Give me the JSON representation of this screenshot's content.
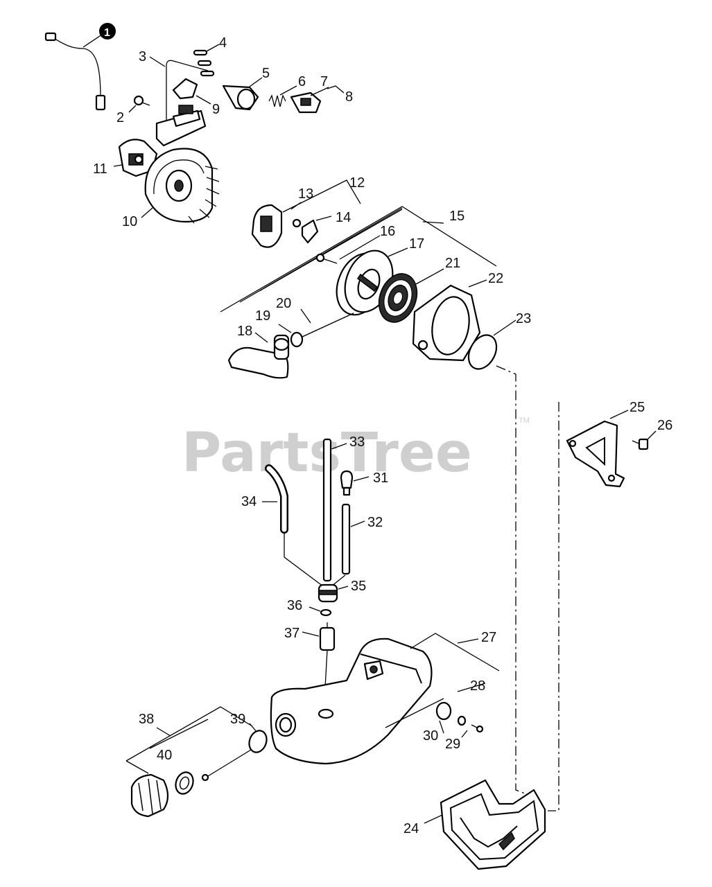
{
  "watermark": {
    "text": "PartsTree",
    "trademark": "TM"
  },
  "callouts": {
    "c1": "1",
    "c2": "2",
    "c3": "3",
    "c4": "4",
    "c5": "5",
    "c6": "6",
    "c7": "7",
    "c8": "8",
    "c9": "9",
    "c10": "10",
    "c11": "11",
    "c12": "12",
    "c13": "13",
    "c14": "14",
    "c15": "15",
    "c16": "16",
    "c17": "17",
    "c18": "18",
    "c19": "19",
    "c20": "20",
    "c21": "21",
    "c22": "22",
    "c23": "23",
    "c24": "24",
    "c25": "25",
    "c26": "26",
    "c27": "27",
    "c28": "28",
    "c29": "29",
    "c30": "30",
    "c31": "31",
    "c32": "32",
    "c33": "33",
    "c34": "34",
    "c35": "35",
    "c36": "36",
    "c37": "37",
    "c38": "38",
    "c39": "39",
    "c40": "40"
  }
}
